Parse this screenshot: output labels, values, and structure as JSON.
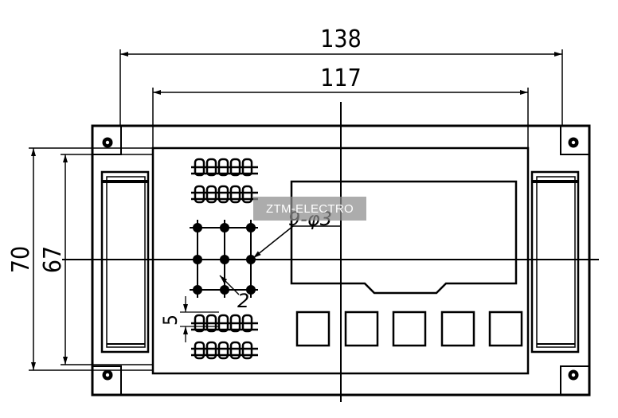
{
  "dimensions": {
    "overall_width": "138",
    "window_width": "117",
    "overall_height": "70",
    "window_height": "67",
    "small_gap": "5"
  },
  "annotations": {
    "hole_callout": "9-φ3",
    "pitch": "2"
  },
  "watermark": "ZTM-ELECTRO",
  "colors": {
    "line": "#000000",
    "watermark_bg": "#8c8c8c",
    "watermark_text": "#ffffff"
  }
}
